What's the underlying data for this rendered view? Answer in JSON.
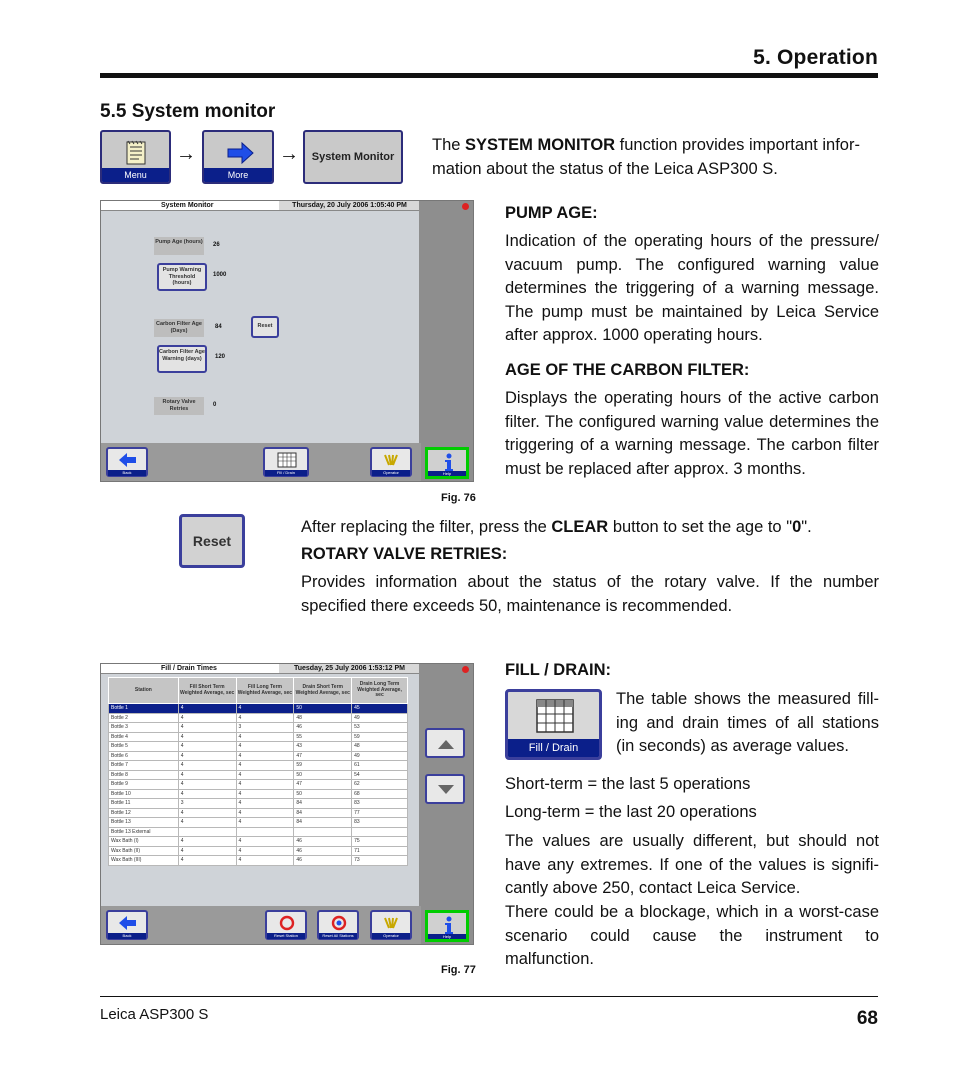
{
  "header": {
    "chapter": "5.   Operation",
    "section": "5.5   System monitor"
  },
  "nav": {
    "menu_label": "Menu",
    "more_label": "More",
    "system_monitor_label": "System Monitor",
    "arrow": "→"
  },
  "intro": {
    "pre": "The ",
    "bold": "SYSTEM MONITOR",
    "post": " function provides important infor-mation about the status of the Leica ASP300 S."
  },
  "screen1": {
    "title": "System Monitor",
    "date": "Thursday, 20 July 2006 1:05:40 PM",
    "pump_age_label": "Pump Age (hours)",
    "pump_age_value": "26",
    "pump_warn_label": "Pump Warning Threshold (hours)",
    "pump_warn_value": "1000",
    "filter_age_label": "Carbon Filter Age (Days)",
    "filter_age_value": "84",
    "filter_warn_label": "Carbon Filter Age Warning (days)",
    "filter_warn_value": "120",
    "rotary_label": "Rotary Valve Retries",
    "rotary_value": "0",
    "reset_label": "Reset",
    "back_label": "Back",
    "fill_label": "Fill / Drain",
    "operator_label": "Operator",
    "help_label": "Help"
  },
  "fig76": "Fig. 76",
  "pump": {
    "title": "PUMP AGE:",
    "text": "Indication of the operating hours of the pressure/ vacuum pump. The configured warning value determines the triggering of a warning message. The pump must be maintained by Leica Service after approx. 1000 operating hours."
  },
  "carbon": {
    "title": "AGE OF THE CARBON FILTER:",
    "text": "Displays the operating hours of the active carbon filter. The configured warning value determines the triggering of a warning message. The carbon filter must be replaced after approx. 3 months."
  },
  "reset_button": "Reset",
  "replace": {
    "pre": "After replacing the filter, press the ",
    "bold": "CLEAR",
    "mid": " button to set the age to \"",
    "bold2": "0",
    "post": "\"."
  },
  "rotary": {
    "title": "ROTARY VALVE RETRIES:",
    "text": "Provides information about the status of the rotary valve. If the number specified there exceeds 50, maintenance is recommended."
  },
  "screen2": {
    "title": "Fill / Drain  Times",
    "date": "Tuesday, 25 July 2006 1:53:12 PM",
    "headers": [
      "Station",
      "Fill Short Term Weighted Average, sec",
      "Fill Long Term Weighted Average, sec",
      "Drain Short Term Weighted Average, sec",
      "Drain Long Term Weighted Average, sec"
    ],
    "rows": [
      [
        "Bottle 1",
        "4",
        "4",
        "50",
        "45"
      ],
      [
        "Bottle 2",
        "4",
        "4",
        "48",
        "49"
      ],
      [
        "Bottle 3",
        "4",
        "3",
        "46",
        "53"
      ],
      [
        "Bottle 4",
        "4",
        "4",
        "55",
        "59"
      ],
      [
        "Bottle 5",
        "4",
        "4",
        "43",
        "48"
      ],
      [
        "Bottle 6",
        "4",
        "4",
        "47",
        "49"
      ],
      [
        "Bottle 7",
        "4",
        "4",
        "59",
        "61"
      ],
      [
        "Bottle 8",
        "4",
        "4",
        "50",
        "54"
      ],
      [
        "Bottle 9",
        "4",
        "4",
        "47",
        "62"
      ],
      [
        "Bottle 10",
        "4",
        "4",
        "50",
        "68"
      ],
      [
        "Bottle 11",
        "3",
        "4",
        "84",
        "83"
      ],
      [
        "Bottle 12",
        "4",
        "4",
        "84",
        "77"
      ],
      [
        "Bottle 13",
        "4",
        "4",
        "84",
        "83"
      ],
      [
        "Bottle 13 External",
        "",
        "",
        "",
        ""
      ],
      [
        "Wax Bath (I)",
        "4",
        "4",
        "46",
        "75"
      ],
      [
        "Wax Bath (II)",
        "4",
        "4",
        "46",
        "71"
      ],
      [
        "Wax Bath (III)",
        "4",
        "4",
        "46",
        "73"
      ]
    ],
    "back_label": "Back",
    "reset_station_label": "Reset Station",
    "reset_all_label": "Reset All Stations",
    "operator_label": "Operator",
    "help_label": "Help"
  },
  "fig77": "Fig. 77",
  "fill": {
    "title": "FILL / DRAIN:",
    "icon_label": "Fill / Drain",
    "text1": "The table shows the measured fill-ing and drain times of all stations (in seconds) as average values.",
    "short": "Short-term = the last 5 operations",
    "long": "Long-term = the last 20 operations",
    "text2": "The values are usually different, but should not have any extremes. If one of the values is signifi-cantly above 250, contact Leica Service.",
    "text3": "There could be a blockage, which in a worst-case scenario could cause the instrument to malfunction."
  },
  "footer": {
    "product": "Leica ASP300 S",
    "page": "68"
  }
}
